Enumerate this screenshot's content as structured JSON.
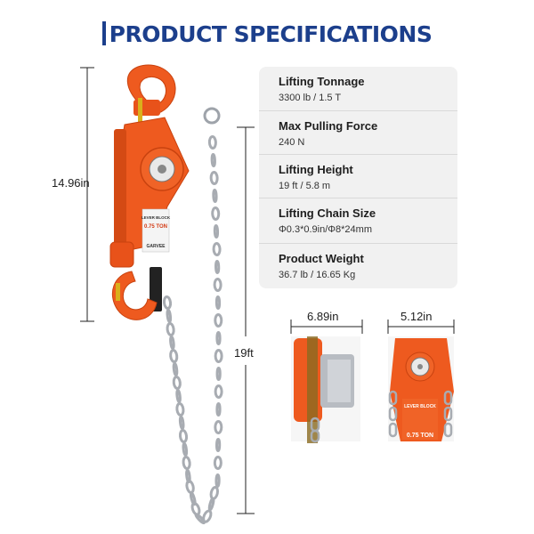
{
  "title": "PRODUCT SPECIFICATIONS",
  "specs": [
    {
      "label": "Lifting Tonnage",
      "value": "3300 lb / 1.5 T"
    },
    {
      "label": "Max Pulling Force",
      "value": "240 N"
    },
    {
      "label": "Lifting Height",
      "value": " 19 ft / 5.8 m"
    },
    {
      "label": "Lifting Chain Size",
      "value": "Φ0.3*0.9in/Φ8*24mm"
    },
    {
      "label": "Product Weight",
      "value": "36.7 lb / 16.65 Kg"
    }
  ],
  "dimensions": {
    "height": "14.96in",
    "chain_length": "19ft",
    "depth": "6.89in",
    "width": "5.12in"
  },
  "product_label": {
    "name": "LEVER BLOCK",
    "capacity": "0.75 TON",
    "brand": "GARVEE"
  },
  "colors": {
    "title": "#1c3f8c",
    "body_orange": "#ee5a1f",
    "chain": "#a8acb2",
    "panel": "#f1f1f1"
  }
}
